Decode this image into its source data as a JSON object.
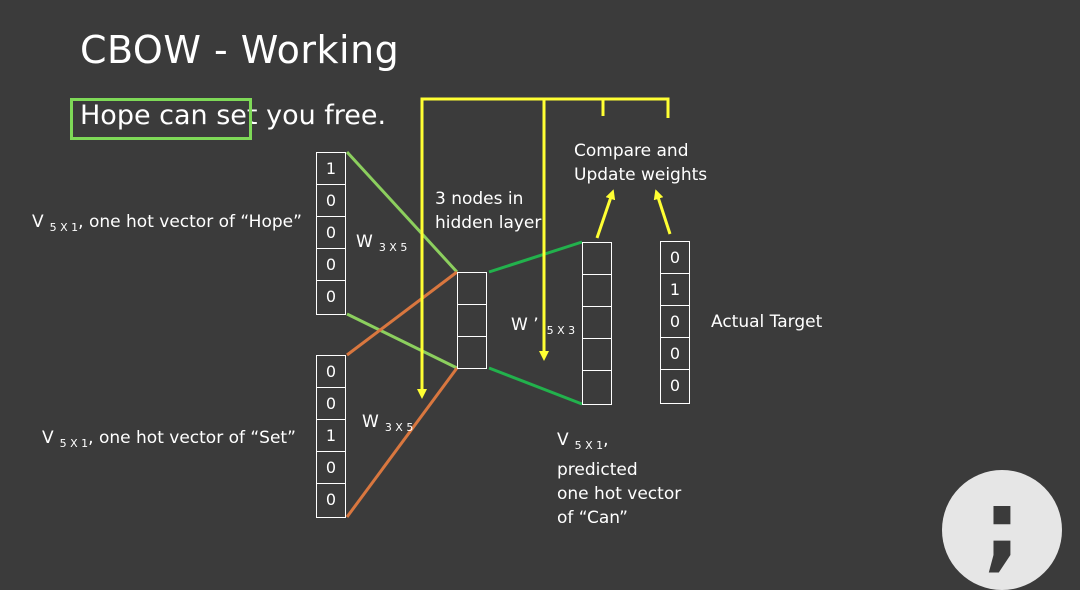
{
  "title": "CBOW - Working",
  "sentence": {
    "highlighted": "Hope can set",
    "rest": " you free."
  },
  "labels": {
    "v_hope_main": "V",
    "v_hope_sub": "5 X 1",
    "v_hope_text": ", one hot vector of “Hope”",
    "v_set_main": "V",
    "v_set_sub": "5 X 1",
    "v_set_text": ", one hot vector of “Set”",
    "w_top_main": "W",
    "w_top_sub": "3 X 5",
    "w_bottom_main": "W",
    "w_bottom_sub": "3 X 5",
    "w_prime_main": "W ’",
    "w_prime_sub": "5 X 3",
    "hidden_line1": "3 nodes in",
    "hidden_line2": "hidden layer",
    "compare_line1": "Compare and",
    "compare_line2": "Update weights",
    "pred_main": "V",
    "pred_sub": "5 X 1",
    "pred_comma": ",",
    "pred_line2": "predicted",
    "pred_line3": "one hot vector",
    "pred_line4": "of “Can”",
    "actual_target": "Actual Target"
  },
  "vectors": {
    "hope": [
      "1",
      "0",
      "0",
      "0",
      "0"
    ],
    "set": [
      "0",
      "0",
      "1",
      "0",
      "0"
    ],
    "hidden": [
      "",
      "",
      ""
    ],
    "predicted": [
      "",
      "",
      "",
      "",
      ""
    ],
    "target": [
      "0",
      "1",
      "0",
      "0",
      "0"
    ]
  },
  "colors": {
    "background": "#3b3b3b",
    "highlight_box": "#7ed957",
    "arrow_yellow": "#ffff33",
    "weight_light_green": "#8ccf5e",
    "weight_orange": "#d9773f",
    "weight_green": "#22b14c"
  },
  "logo_icon": "semicolon-logo-icon"
}
